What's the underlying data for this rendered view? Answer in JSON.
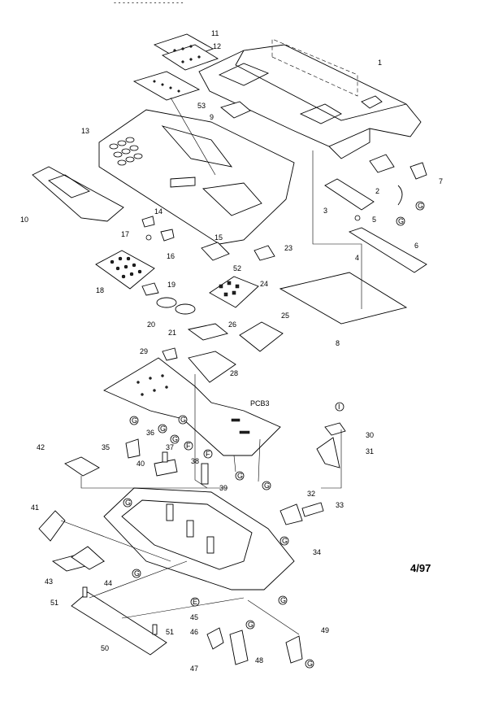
{
  "header_text": "- - -        - -    - - - - -           - -   - - - -",
  "date_code": "4/97",
  "board_label": "PCB3",
  "hardware_symbol_label": "G",
  "hardware_symbol_label_2": "E",
  "hardware_symbol_label_3": "F",
  "hardware_symbol_label_4": "I",
  "part_numbers": [
    "1",
    "2",
    "3",
    "4",
    "5",
    "6",
    "7",
    "8",
    "9",
    "10",
    "11",
    "12",
    "13",
    "14",
    "15",
    "16",
    "17",
    "18",
    "19",
    "20",
    "21",
    "23",
    "24",
    "25",
    "26",
    "28",
    "29",
    "30",
    "31",
    "32",
    "33",
    "34",
    "35",
    "36",
    "37",
    "38",
    "39",
    "40",
    "41",
    "42",
    "43",
    "44",
    "45",
    "46",
    "47",
    "48",
    "49",
    "50",
    "51",
    "51",
    "52",
    "53"
  ]
}
